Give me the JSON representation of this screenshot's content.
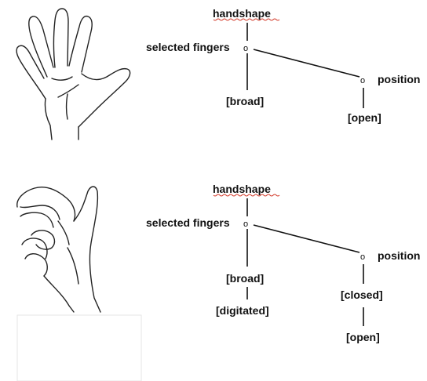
{
  "diagrams": [
    {
      "root_label": "handshape",
      "selected_fingers_label": "selected fingers",
      "position_label": "position",
      "node_symbol": "o",
      "finger_features": [
        "[broad]"
      ],
      "position_features": [
        "[open]"
      ],
      "hand_image": "open-hand-illustration"
    },
    {
      "root_label": "handshape",
      "selected_fingers_label": "selected fingers",
      "position_label": "position",
      "node_symbol": "o",
      "finger_features": [
        "[broad]",
        "[digitated]"
      ],
      "position_features": [
        "[closed]",
        "[open]"
      ],
      "hand_image": "claw-hand-illustration"
    }
  ],
  "colors": {
    "text": "#111111",
    "spellcheck_underline": "#d23b2b"
  }
}
